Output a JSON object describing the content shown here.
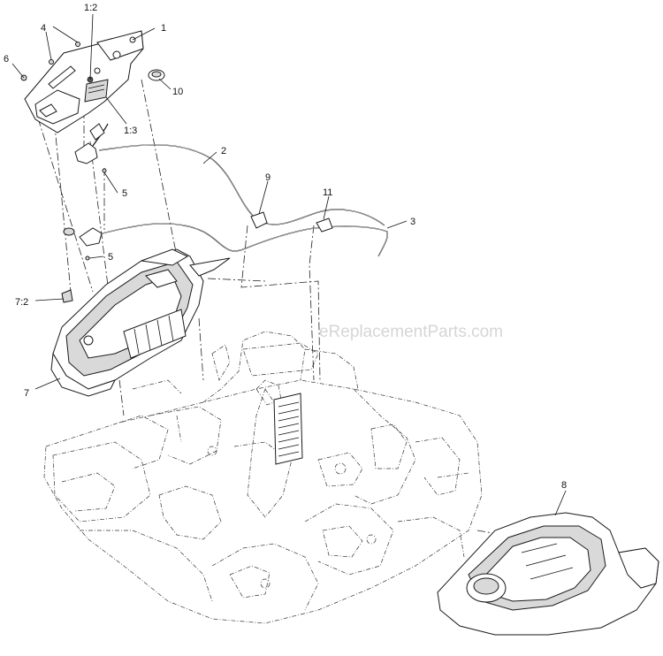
{
  "watermark": "eReplacementParts.com",
  "callouts": {
    "c1": "1",
    "c1_2": "1:2",
    "c1_3": "1:3",
    "c2": "2",
    "c3": "3",
    "c4": "4",
    "c5a": "5",
    "c5b": "5",
    "c6": "6",
    "c7": "7",
    "c7_2": "7:2",
    "c8": "8",
    "c9": "9",
    "c10": "10",
    "c11": "11"
  }
}
